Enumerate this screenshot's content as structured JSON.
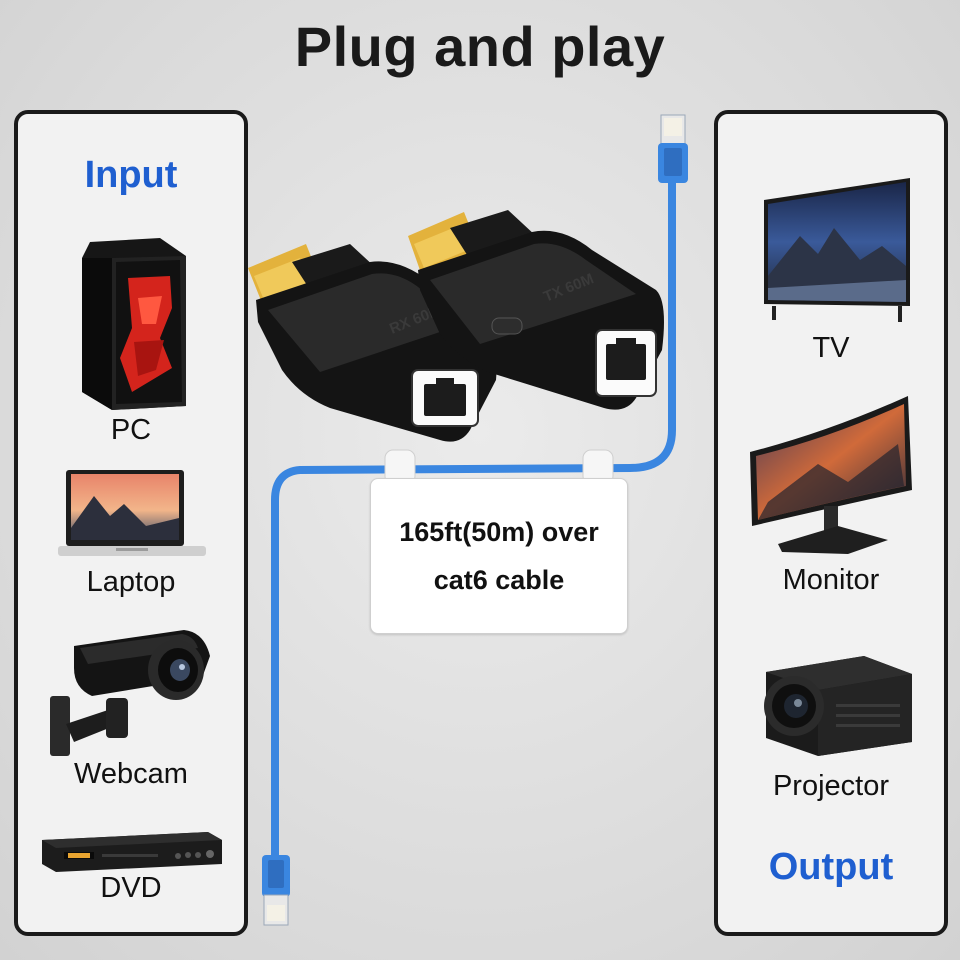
{
  "title": "Plug and play",
  "input_panel": {
    "heading": "Input",
    "devices": [
      {
        "label": "PC",
        "icon": "pc-tower-icon"
      },
      {
        "label": "Laptop",
        "icon": "laptop-icon"
      },
      {
        "label": "Webcam",
        "icon": "webcam-icon"
      },
      {
        "label": "DVD",
        "icon": "dvd-player-icon"
      }
    ]
  },
  "output_panel": {
    "heading": "Output",
    "devices": [
      {
        "label": "TV",
        "icon": "tv-icon"
      },
      {
        "label": "Monitor",
        "icon": "monitor-icon"
      },
      {
        "label": "Projector",
        "icon": "projector-icon"
      }
    ]
  },
  "extenders": {
    "receiver_marking": "RX 60M",
    "transmitter_marking": "TX 60M"
  },
  "cable_label": {
    "line1": "165ft(50m) over",
    "line2": "cat6 cable"
  },
  "colors": {
    "heading_blue": "#1f5fd0",
    "cable_blue": "#3a86e0",
    "panel_border": "#1a1a1a"
  }
}
